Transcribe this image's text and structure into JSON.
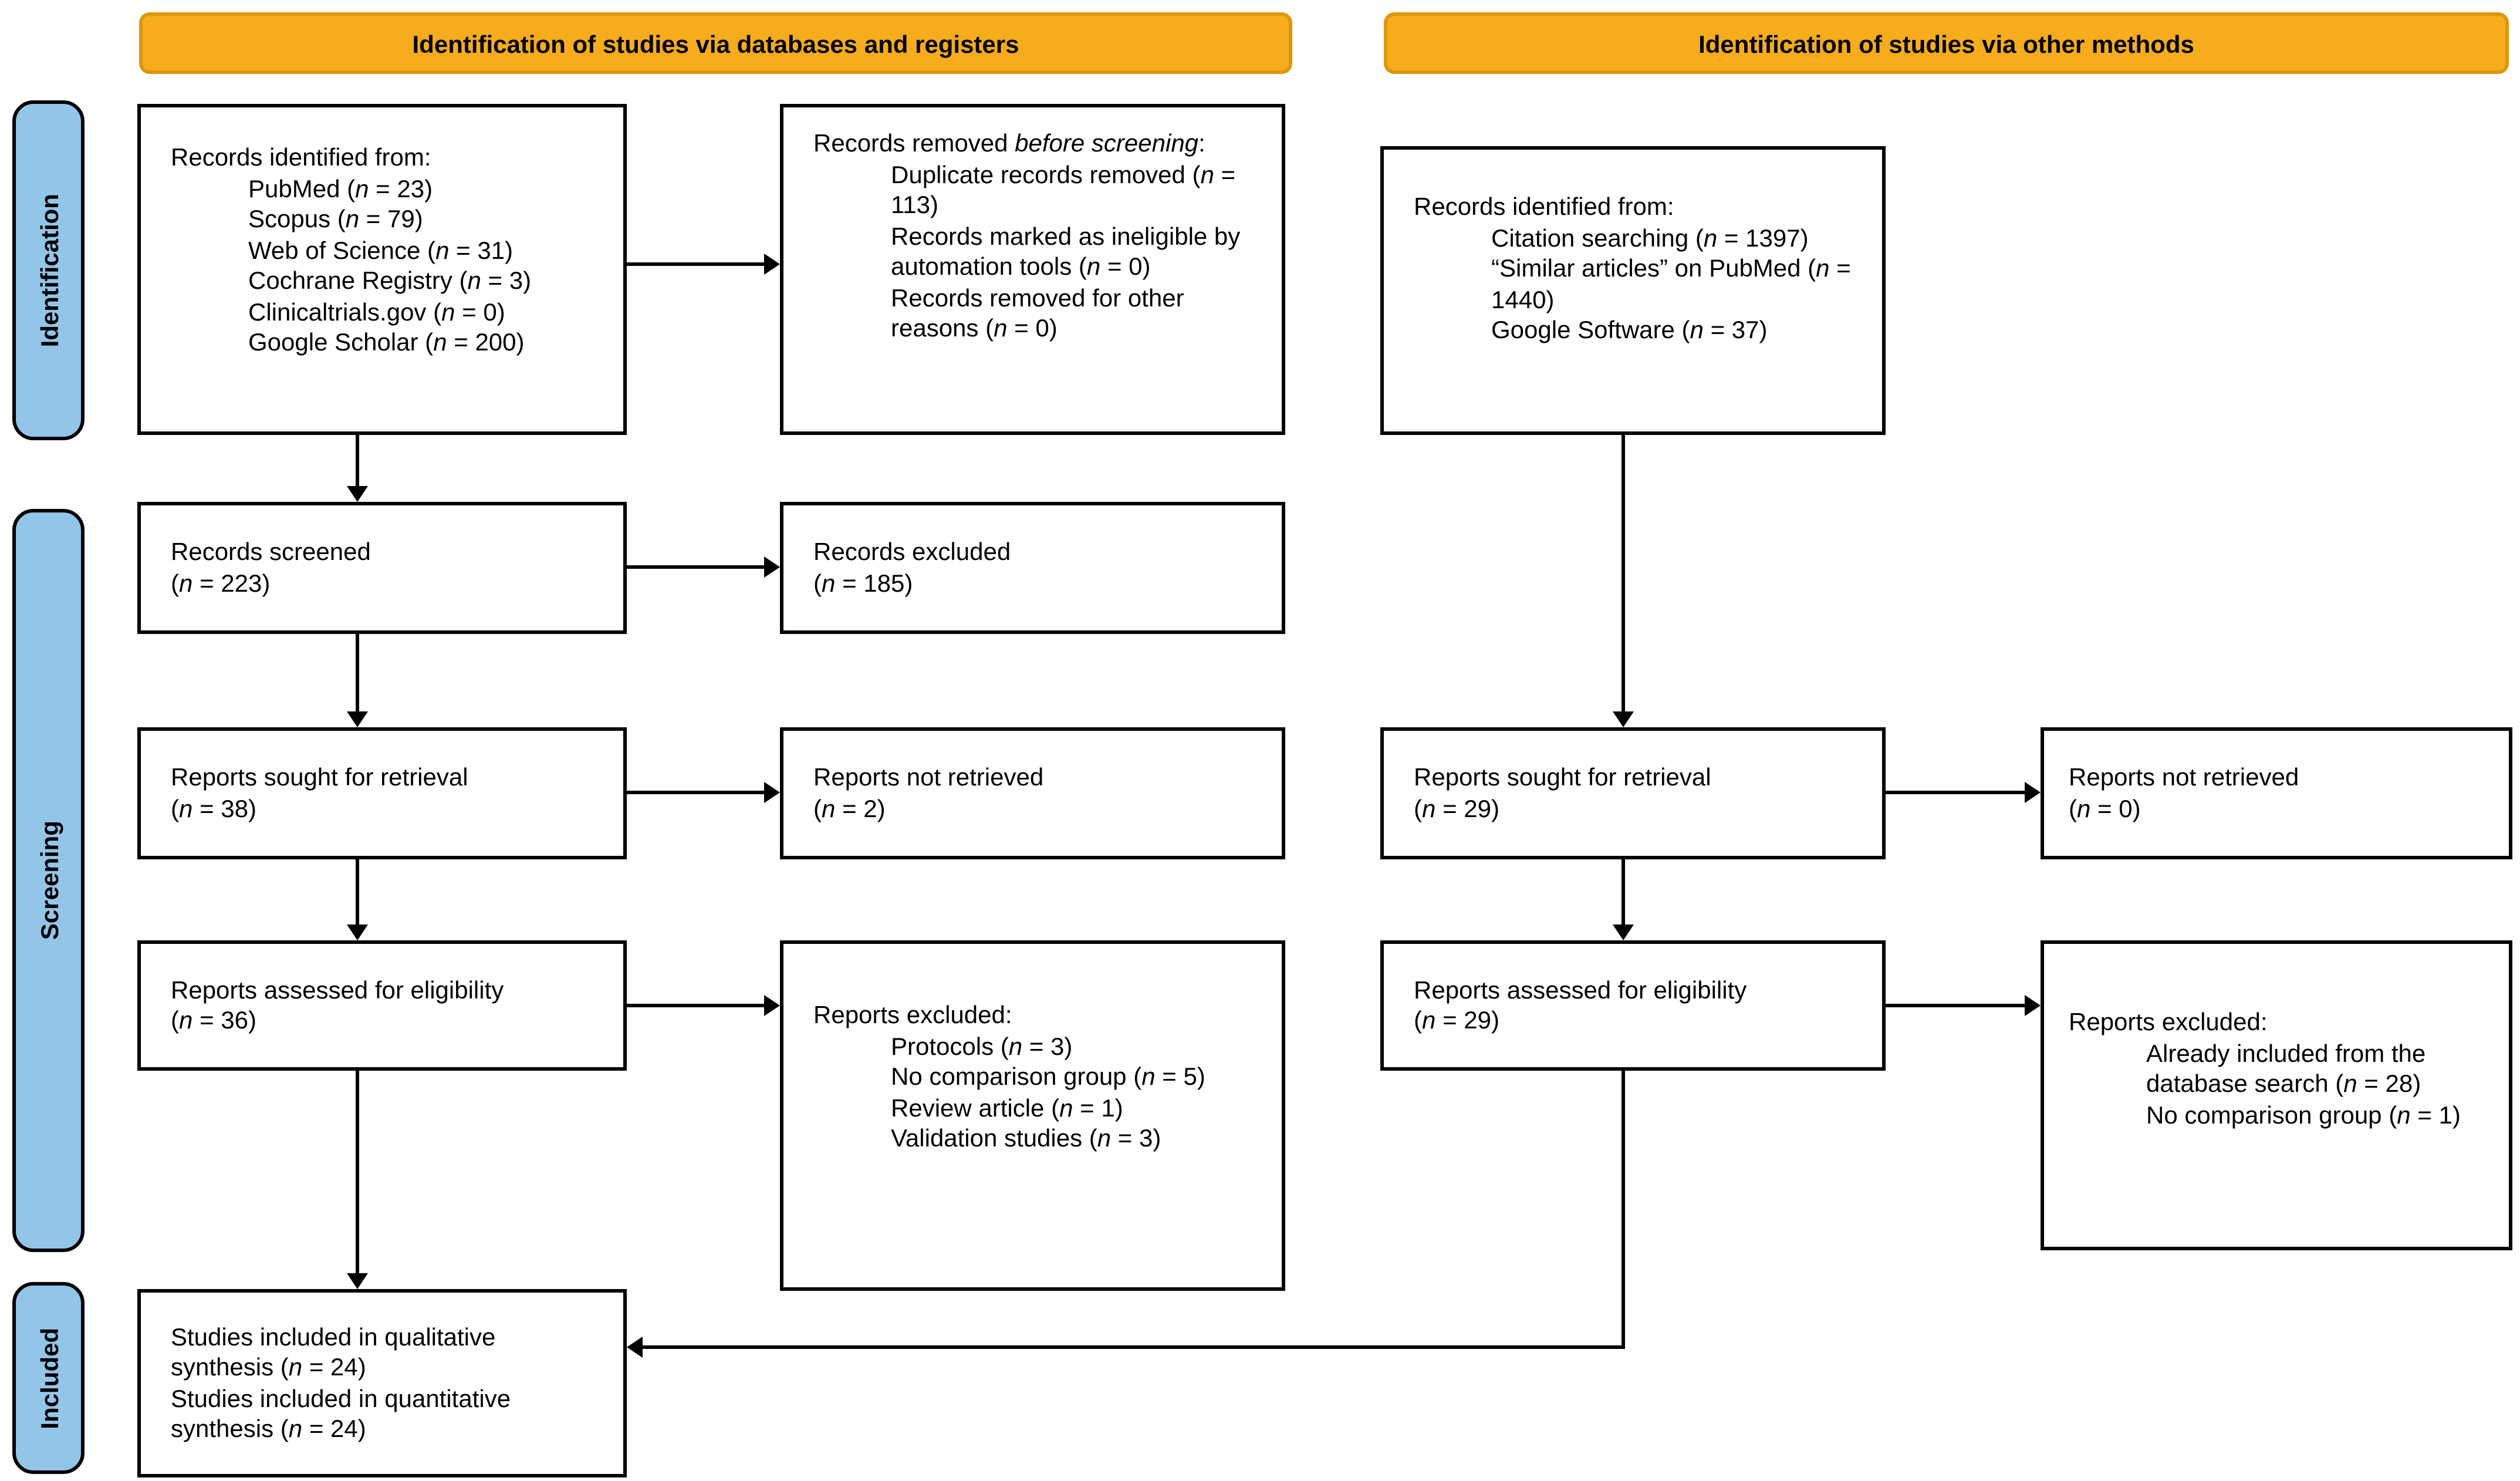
{
  "headers": {
    "databases": "Identification of studies via databases and registers",
    "other": "Identification of studies via other methods"
  },
  "stages": {
    "identification": "Identification",
    "screening": "Screening",
    "included": "Included"
  },
  "colors": {
    "header_fill": "#F6AC1C",
    "header_border": "#E0960C",
    "stage_fill": "#93C5E8",
    "box_border": "#000000",
    "arrow": "#000000"
  },
  "boxes": {
    "db_identified": {
      "intro": "Records identified from:",
      "items": [
        "PubMed (*n* = 23)",
        "Scopus (*n* = 79)",
        "Web of Science (*n* = 31)",
        "Cochrane Registry (*n* = 3)",
        "Clinicaltrials.gov (*n* = 0)",
        "Google Scholar (*n* = 200)"
      ]
    },
    "db_removed": {
      "intro": "Records removed *before screening*:",
      "items": [
        "Duplicate records removed (*n* = 113)",
        "Records marked as ineligible by automation tools (*n* = 0)",
        "Records removed for other reasons (*n* = 0)"
      ]
    },
    "other_identified": {
      "intro": "Records identified from:",
      "items": [
        "Citation searching (*n* = 1397)",
        "“Similar articles” on PubMed (*n* = 1440)",
        "Google Software (*n* = 37)"
      ]
    },
    "db_screened": {
      "lines": [
        "Records screened",
        "(*n* = 223)"
      ]
    },
    "db_screened_excluded": {
      "lines": [
        "Records excluded",
        "(*n* = 185)"
      ]
    },
    "db_sought": {
      "lines": [
        "Reports sought for retrieval",
        "(*n* = 38)"
      ]
    },
    "db_not_retrieved": {
      "lines": [
        "Reports not retrieved",
        "(*n* = 2)"
      ]
    },
    "other_sought": {
      "lines": [
        "Reports sought for retrieval",
        "(*n* = 29)"
      ]
    },
    "other_not_retrieved": {
      "lines": [
        "Reports not retrieved",
        "(*n* = 0)"
      ]
    },
    "db_assessed": {
      "lines": [
        "Reports assessed for eligibility",
        "(*n* = 36)"
      ]
    },
    "db_assessed_excluded": {
      "intro": "Reports excluded:",
      "items": [
        "Protocols (*n* = 3)",
        "No comparison group (*n* = 5)",
        "Review article (*n* = 1)",
        "Validation studies (*n* = 3)"
      ]
    },
    "other_assessed": {
      "lines": [
        "Reports assessed for eligibility",
        "(*n* = 29)"
      ]
    },
    "other_assessed_excluded": {
      "intro": "Reports excluded:",
      "items": [
        "Already included from the database search (*n* = 28)",
        "No comparison group (*n* = 1)"
      ]
    },
    "included_studies": {
      "lines": [
        "Studies included in qualitative synthesis (*n* = 24)",
        "Studies included in quantitative synthesis (*n* = 24)"
      ]
    }
  }
}
